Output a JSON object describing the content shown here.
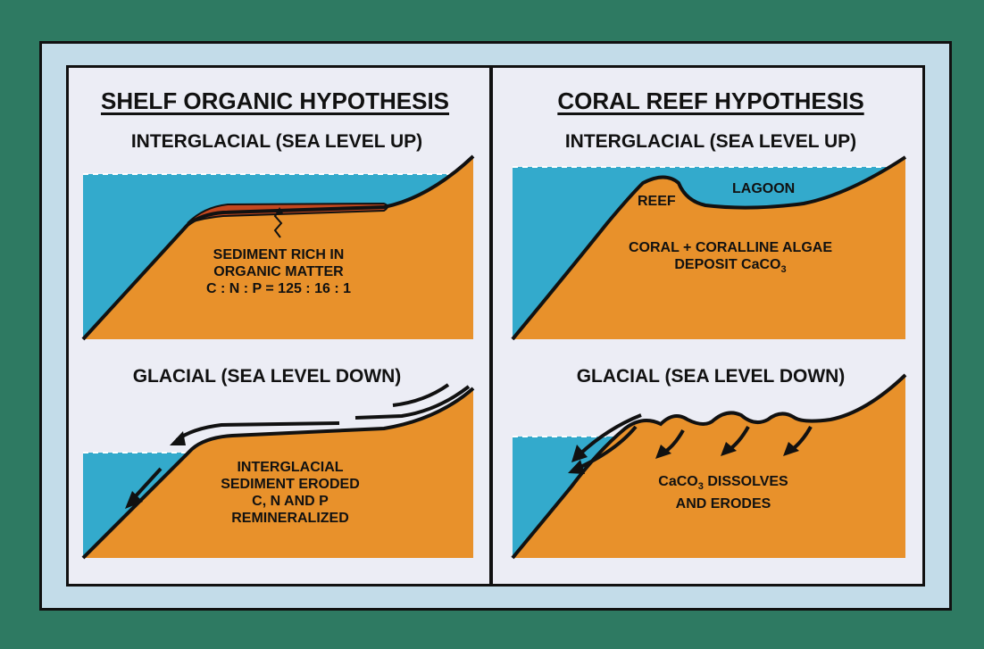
{
  "colors": {
    "background": "#2e7a62",
    "frame": "#c3dce9",
    "panel": "#ecedf5",
    "water": "#33aacc",
    "land": "#e8912b",
    "organic_layer": "#c4471f"
  },
  "left": {
    "title": "SHELF ORGANIC HYPOTHESIS",
    "interglacial": {
      "heading": "INTERGLACIAL (SEA LEVEL UP)",
      "label_line1": "SEDIMENT RICH IN",
      "label_line2": "ORGANIC MATTER",
      "label_line3": "C : N : P = 125 : 16 : 1"
    },
    "glacial": {
      "heading": "GLACIAL (SEA LEVEL DOWN)",
      "label_line1": "INTERGLACIAL",
      "label_line2": "SEDIMENT ERODED",
      "label_line3": "C, N AND P",
      "label_line4": "REMINERALIZED"
    }
  },
  "right": {
    "title": "CORAL REEF HYPOTHESIS",
    "interglacial": {
      "heading": "INTERGLACIAL (SEA LEVEL UP)",
      "reef_label": "REEF",
      "lagoon_label": "LAGOON",
      "label_line1": "CORAL + CORALLINE ALGAE",
      "label_line2_prefix": "DEPOSIT CaCO",
      "label_line2_sub": "3"
    },
    "glacial": {
      "heading": "GLACIAL (SEA LEVEL DOWN)",
      "label_line1_prefix": "CaCO",
      "label_line1_sub": "3",
      "label_line1_suffix": " DISSOLVES",
      "label_line2": "AND ERODES"
    }
  }
}
